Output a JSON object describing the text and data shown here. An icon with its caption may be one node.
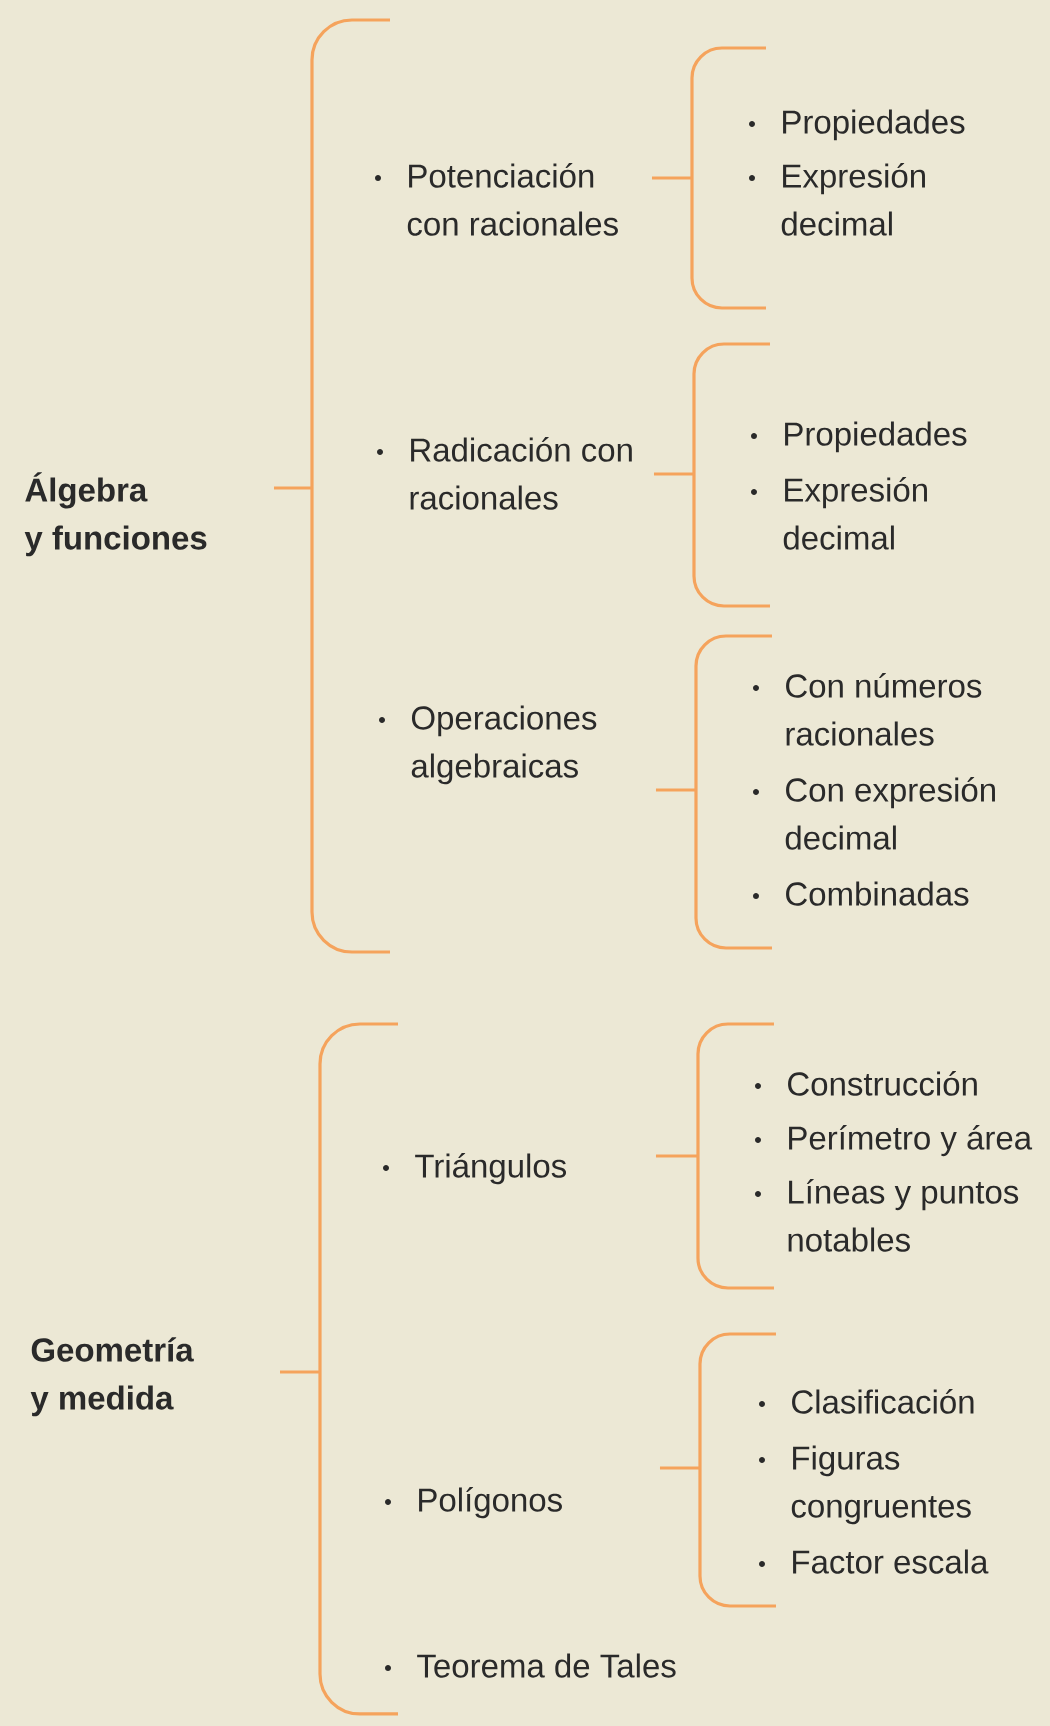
{
  "diagram": {
    "labels": [
      "Álgebra y funciones",
      "Potenciación con racionales",
      "Propiedades",
      "Expresión decimal",
      "Radicación con racionales",
      "Propiedades",
      "Expresión decimal",
      "Operaciones algebraicas",
      "Con números racionales",
      "Con expresión decimal",
      "Combinadas",
      "Geometría y medida",
      "Triángulos",
      "Construcción",
      "Perímetro y área",
      "Líneas y puntos notables",
      "Polígonos",
      "Clasificación",
      "Figuras congruentes",
      "Factor escala",
      "Teorema de Tales"
    ]
  }
}
